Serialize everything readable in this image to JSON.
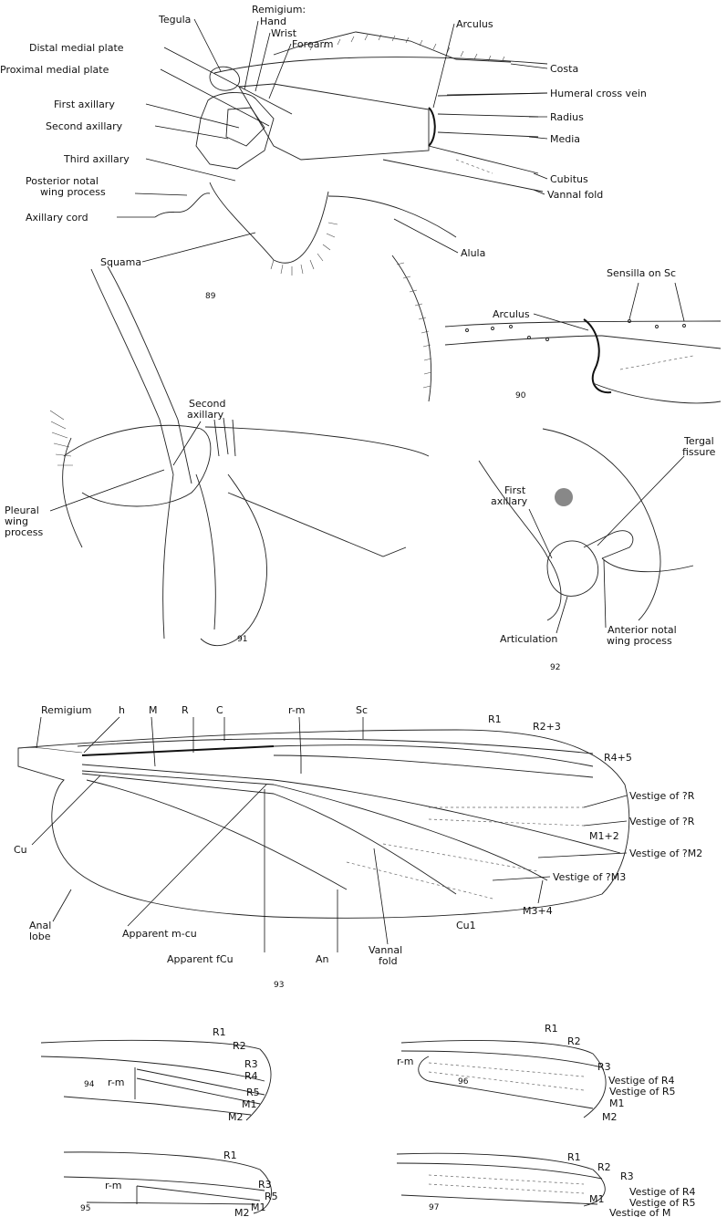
{
  "fig89": {
    "number": "89",
    "labels": {
      "tegula": "Tegula",
      "remigium": "Remigium:",
      "hand": "Hand",
      "wrist": "Wrist",
      "forearm": "Forearm",
      "arculus": "Arculus",
      "distal_medial_plate": "Distal medial plate",
      "proximal_medial_plate": "Proximal medial plate",
      "first_axillary": "First axillary",
      "second_axillary": "Second axillary",
      "third_axillary": "Third axillary",
      "posterior_notal_1": "Posterior notal",
      "posterior_notal_2": "wing process",
      "axillary_cord": "Axillary cord",
      "squama": "Squama",
      "costa": "Costa",
      "humeral_cross_vein": "Humeral cross vein",
      "radius": "Radius",
      "media": "Media",
      "cubitus": "Cubitus",
      "vannal_fold": "Vannal fold",
      "alula": "Alula"
    }
  },
  "fig90": {
    "number": "90",
    "labels": {
      "arculus": "Arculus",
      "sensilla": "Sensilla on Sc"
    }
  },
  "fig91": {
    "number": "91",
    "labels": {
      "second_axillary_1": "Second",
      "second_axillary_2": "axillary",
      "pleural_1": "Pleural",
      "pleural_2": "wing",
      "pleural_3": "process"
    }
  },
  "fig92": {
    "number": "92",
    "labels": {
      "first_axillary_1": "First",
      "first_axillary_2": "axillary",
      "tergal_1": "Tergal",
      "tergal_2": "fissure",
      "articulation": "Articulation",
      "anterior_notal_1": "Anterior notal",
      "anterior_notal_2": "wing process"
    }
  },
  "fig93": {
    "number": "93",
    "labels": {
      "remigium": "Remigium",
      "h": "h",
      "M": "M",
      "R": "R",
      "C": "C",
      "rm": "r-m",
      "Sc": "Sc",
      "R1": "R1",
      "R23": "R2+3",
      "R45": "R4+5",
      "vestige_R_a": "Vestige of ?R",
      "vestige_R_b": "Vestige of ?R",
      "M12": "M1+2",
      "vestige_M2": "Vestige of ?M2",
      "vestige_M3": "Vestige of ?M3",
      "M34": "M3+4",
      "Cu": "Cu",
      "anal_lobe_1": "Anal",
      "anal_lobe_2": "lobe",
      "apparent_mcu": "Apparent m-cu",
      "apparent_fcu": "Apparent fCu",
      "An": "An",
      "vannal_1": "Vannal",
      "vannal_2": "fold",
      "Cu1": "Cu1"
    }
  },
  "fig94": {
    "number": "94",
    "labels": {
      "R1": "R1",
      "R2": "R2",
      "R3": "R3",
      "R4": "R4",
      "R5": "R5",
      "M1": "M1",
      "M2": "M2",
      "rm": "r-m"
    }
  },
  "fig95": {
    "number": "95",
    "labels": {
      "R1": "R1",
      "R3": "R3",
      "R5": "R5",
      "M1": "M1",
      "M2": "M2",
      "rm": "r-m"
    }
  },
  "fig96": {
    "number": "96",
    "labels": {
      "R1": "R1",
      "R2": "R2",
      "R3": "R3",
      "rm": "r-m",
      "vR4": "Vestige of R4",
      "vR5": "Vestige of R5",
      "M1": "M1",
      "M2": "M2"
    }
  },
  "fig97": {
    "number": "97",
    "labels": {
      "R1": "R1",
      "R2": "R2",
      "R3": "R3",
      "vR4": "Vestige of R4",
      "vR5": "Vestige of R5",
      "M1": "M1",
      "vM": "Vestige of M"
    }
  }
}
